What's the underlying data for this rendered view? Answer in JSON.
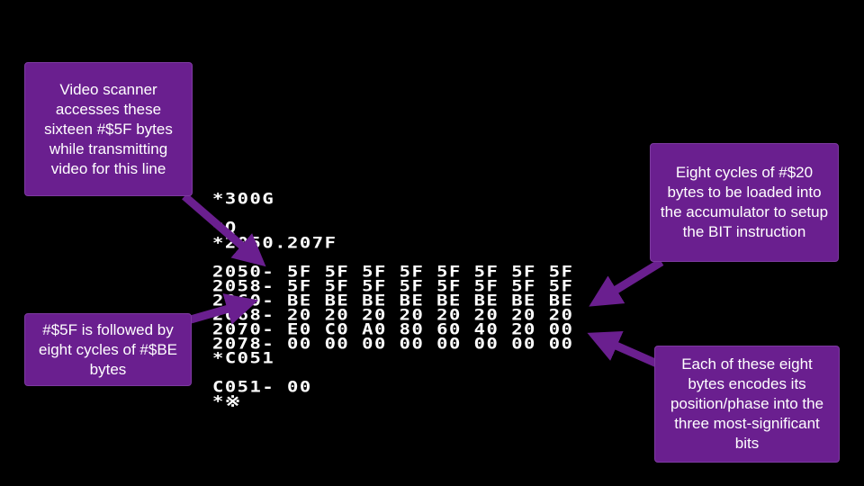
{
  "terminal": {
    "lines": [
      "*300G",
      "*Q",
      "*2050.207F",
      "2050- 5F 5F 5F 5F 5F 5F 5F 5F",
      "2058- 5F 5F 5F 5F 5F 5F 5F 5F",
      "2060- BE BE BE BE BE BE BE BE",
      "2068- 20 20 20 20 20 20 20 20",
      "2070- E0 C0 A0 80 60 40 20 00",
      "2078- 00 00 00 00 00 00 00 00",
      "*C051",
      "C051- 00",
      "*※"
    ]
  },
  "callouts": {
    "video_scanner": "Video scanner accesses these sixteen #$5F bytes while transmitting video for this line",
    "five_f_followed": "#$5F is followed by eight cycles of #$BE bytes",
    "eight_cycles_20": "Eight cycles of #$20 bytes to be loaded into the accumulator to setup the BIT instruction",
    "each_eight_bytes": "Each of these eight bytes encodes its position/phase into the three most-significant bits"
  },
  "colors": {
    "background": "#000000",
    "callout_fill": "#6a1f8f",
    "arrow": "#6a1f8f",
    "terminal_text": "#ffffff"
  }
}
